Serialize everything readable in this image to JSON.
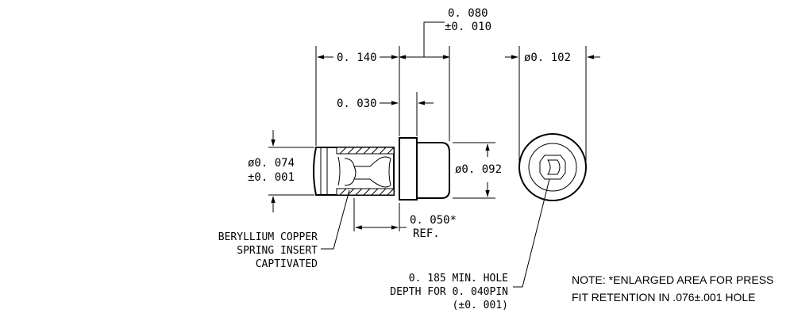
{
  "dimensions": {
    "width_080": "0. 080",
    "tol_010": "±0. 010",
    "len_140": "0. 140",
    "len_030": "0. 030",
    "dia_074": "ø0. 074",
    "tol_001": "±0. 001",
    "dia_092": "ø0. 092",
    "dia_102": "ø0. 102",
    "len_050": "0. 050*",
    "ref": "REF."
  },
  "callouts": {
    "insert_line1": "BERYLLIUM COPPER",
    "insert_line2": "SPRING INSERT",
    "insert_line3": "CAPTIVATED",
    "hole_line1": "0. 185 MIN.  HOLE",
    "hole_line2": "DEPTH FOR 0. 040PIN",
    "hole_line3": "(±0. 001)"
  },
  "note": {
    "line1": "NOTE: *ENLARGED AREA FOR PRESS",
    "line2": "FIT RETENTION IN .076±.001 HOLE"
  }
}
